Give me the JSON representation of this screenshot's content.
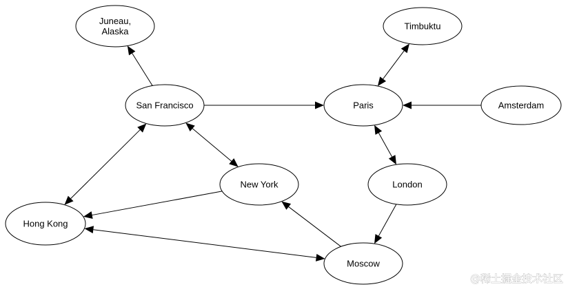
{
  "nodes": [
    {
      "id": "juneau",
      "lines": [
        "Juneau,",
        "Alaska"
      ]
    },
    {
      "id": "timbuktu",
      "lines": [
        "Timbuktu"
      ]
    },
    {
      "id": "sanfrancisco",
      "lines": [
        "San Francisco"
      ]
    },
    {
      "id": "paris",
      "lines": [
        "Paris"
      ]
    },
    {
      "id": "amsterdam",
      "lines": [
        "Amsterdam"
      ]
    },
    {
      "id": "newyork",
      "lines": [
        "New York"
      ]
    },
    {
      "id": "london",
      "lines": [
        "London"
      ]
    },
    {
      "id": "hongkong",
      "lines": [
        "Hong Kong"
      ]
    },
    {
      "id": "moscow",
      "lines": [
        "Moscow"
      ]
    }
  ],
  "edges": [
    {
      "from": "sanfrancisco",
      "to": "juneau",
      "bidirectional": false
    },
    {
      "from": "sanfrancisco",
      "to": "paris",
      "bidirectional": false
    },
    {
      "from": "amsterdam",
      "to": "paris",
      "bidirectional": false
    },
    {
      "from": "timbuktu",
      "to": "paris",
      "bidirectional": true
    },
    {
      "from": "paris",
      "to": "london",
      "bidirectional": true
    },
    {
      "from": "sanfrancisco",
      "to": "hongkong",
      "bidirectional": true
    },
    {
      "from": "sanfrancisco",
      "to": "newyork",
      "bidirectional": true
    },
    {
      "from": "newyork",
      "to": "hongkong",
      "bidirectional": false
    },
    {
      "from": "london",
      "to": "moscow",
      "bidirectional": false
    },
    {
      "from": "moscow",
      "to": "newyork",
      "bidirectional": false
    },
    {
      "from": "moscow",
      "to": "hongkong",
      "bidirectional": true
    }
  ],
  "watermark": "@稀土掘金技术社区"
}
